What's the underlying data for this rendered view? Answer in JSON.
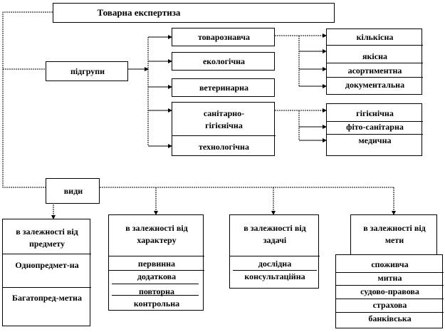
{
  "title": "Товарна експертиза",
  "subgroups": {
    "label": "підгрупи",
    "items": [
      "товарознавча",
      "екологічна",
      "ветеринарна",
      "санітарно-гігієнічна",
      "технологічна"
    ]
  },
  "tovaroznavcha_types": [
    "кількісна",
    "якісна",
    "асортиментна",
    "документальна"
  ],
  "sanitary_types": [
    "гігієнічна",
    "фіто-санітарна",
    "медична"
  ],
  "types": {
    "label": "види",
    "by_subject": {
      "heading": "в залежності від предмету",
      "items": [
        "Однопредмет-на",
        "Багатопред-метна"
      ]
    },
    "by_character": {
      "heading": "в залежності від характеру",
      "items": [
        "первинна",
        "додаткова",
        "повторна",
        "контрольна"
      ]
    },
    "by_task": {
      "heading": "в залежності від задачі",
      "items": [
        "дослідна",
        "консультаційна"
      ]
    },
    "by_goal": {
      "heading": "в залежності від мети",
      "items": [
        "споживча",
        "митна",
        "судово-правова",
        "страхова",
        "банківська"
      ]
    }
  }
}
